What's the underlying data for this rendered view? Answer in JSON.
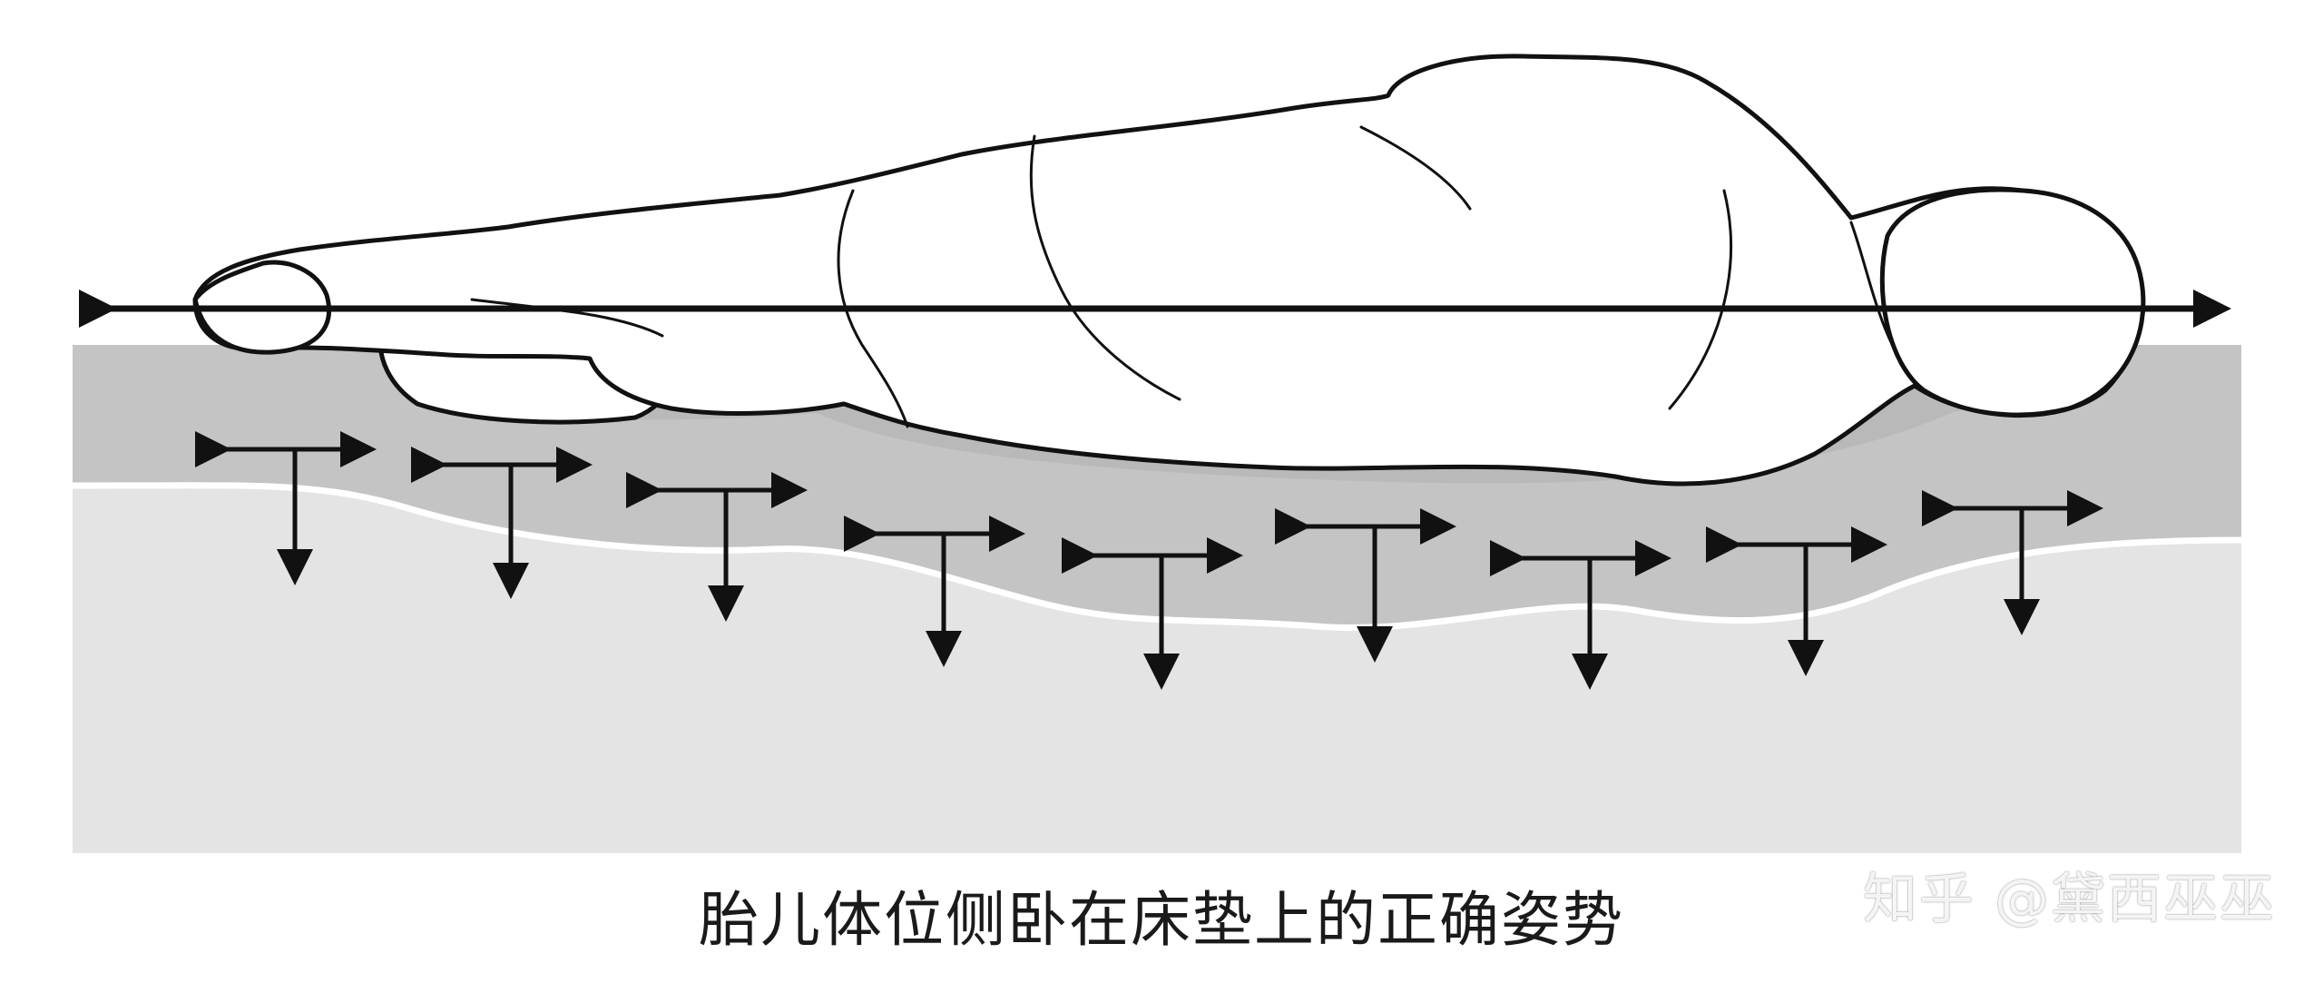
{
  "figure": {
    "caption": "胎儿体位侧卧在床垫上的正确姿势",
    "watermark": "知乎 @黛西巫巫",
    "colors": {
      "mattress_top": "#c8c8c8",
      "mattress_bottom": "#e4e4e4",
      "body_fill": "#ffffff",
      "outline": "#111111"
    },
    "icons": [
      "spine-alignment-arrow",
      "pressure-arrow"
    ]
  }
}
